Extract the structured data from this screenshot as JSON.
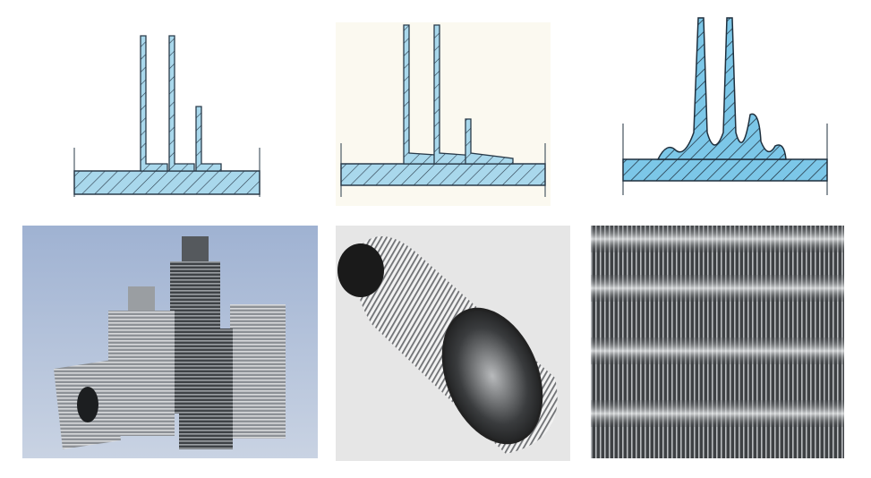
{
  "colors": {
    "fin_fill": "#a9d8ec",
    "fin_fill_sat": "#7cc7e8",
    "outline": "#2a3b4a",
    "photo1_bg": "#a8b9d6",
    "photo2_bg": "#e6e6e6",
    "photo3_bg": "#4a4d50"
  },
  "panels": [
    {
      "kind": "diagram",
      "variant": "l-foot-fin"
    },
    {
      "kind": "diagram",
      "variant": "overlapped-l-foot-fin"
    },
    {
      "kind": "diagram",
      "variant": "extruded-fin"
    },
    {
      "kind": "photo",
      "variant": "finned-tube-group"
    },
    {
      "kind": "photo",
      "variant": "oval-finned-tube"
    },
    {
      "kind": "photo",
      "variant": "finned-tube-bank"
    }
  ]
}
